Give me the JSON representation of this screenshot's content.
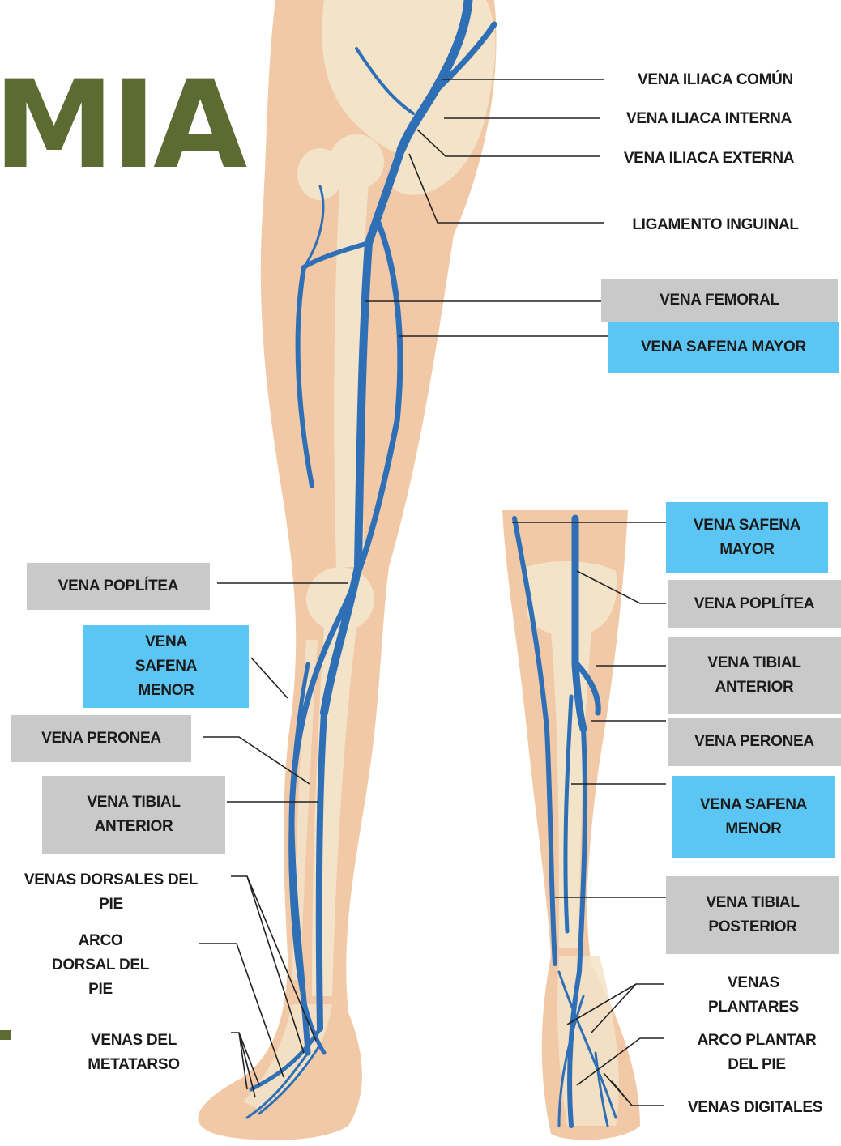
{
  "title": "MIA",
  "colors": {
    "title": "#5b6b32",
    "vein": "#2e6fb6",
    "vein_light": "#6aa6de",
    "skin": "#f2c9a6",
    "bone": "#f3e3c8",
    "leader": "#222222",
    "grey_box": "#c9c9c9",
    "blue_box": "#5bc6f4"
  },
  "labels": {
    "iliaca_comun": "VENA ILIACA COMÚN",
    "iliaca_interna": "VENA ILIACA INTERNA",
    "iliaca_externa": "VENA ILIACA EXTERNA",
    "ligamento_inguinal": "LIGAMENTO INGUINAL",
    "femoral": "VENA FEMORAL",
    "safena_mayor_upper": "VENA SAFENA MAYOR",
    "poplitea_left": "VENA POPLÍTEA",
    "safena_menor_left": "VENA SAFENA MENOR",
    "peronea_left": "VENA PERONEA",
    "tibial_anterior_left": "VENA TIBIAL ANTERIOR",
    "dorsales_pie": "VENAS DORSALES DEL PIE",
    "arco_dorsal": "ARCO DORSAL DEL PIE",
    "metatarso": "VENAS DEL METATARSO",
    "safena_mayor_right": "VENA SAFENA MAYOR",
    "poplitea_right": "VENA POPLÍTEA",
    "tibial_anterior_right": "VENA TIBIAL ANTERIOR",
    "peronea_right": "VENA PERONEA",
    "safena_menor_right": "VENA SAFENA MENOR",
    "tibial_posterior": "VENA TIBIAL POSTERIOR",
    "plantares": "VENAS PLANTARES",
    "arco_plantar": "ARCO PLANTAR DEL PIE",
    "digitales": "VENAS DIGITALES"
  }
}
